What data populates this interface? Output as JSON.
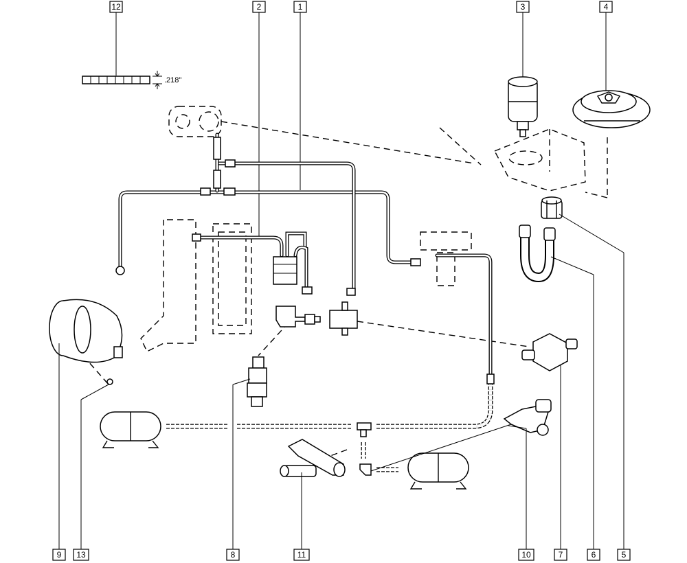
{
  "callouts": {
    "c1": "1",
    "c2": "2",
    "c3": "3",
    "c4": "4",
    "c5": "5",
    "c6": "6",
    "c7": "7",
    "c8": "8",
    "c9": "9",
    "c10": "10",
    "c11": "11",
    "c12": "12",
    "c13": "13"
  },
  "dimension_label": ".218\""
}
